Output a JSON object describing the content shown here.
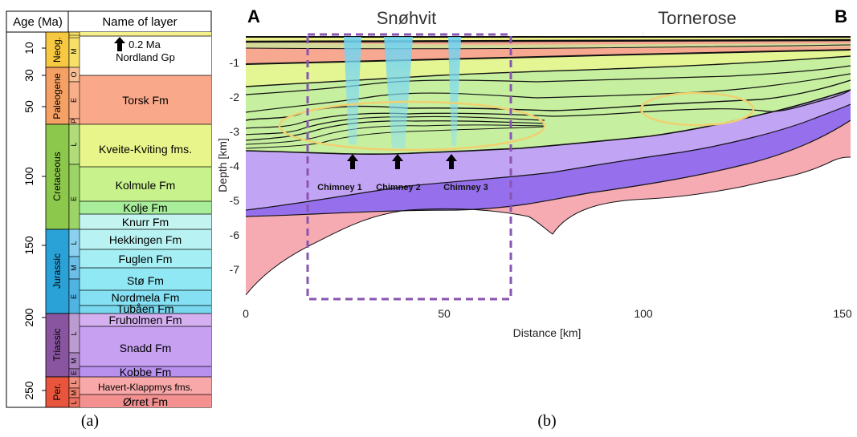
{
  "panel_a": {
    "caption": "(a)",
    "header_age": "Age (Ma)",
    "header_name": "Name of layer",
    "age_ticks": [
      "10",
      "30",
      "50",
      "100",
      "150",
      "200",
      "250"
    ],
    "periods": [
      {
        "label": "Neog.",
        "color": "#f7c842"
      },
      {
        "label": "Paleogene",
        "color": "#f5a064"
      },
      {
        "label": "Cretaceous",
        "color": "#8cc84b"
      },
      {
        "label": "Jurassic",
        "color": "#2aa2d8"
      },
      {
        "label": "Triassic",
        "color": "#8a55a0"
      },
      {
        "label": "Per.",
        "color": "#e9543d"
      }
    ],
    "epochs": [
      "M",
      "O",
      "E",
      "P",
      "L",
      "E",
      "L",
      "M",
      "E",
      "L",
      "M",
      "E",
      "L",
      "M",
      "L"
    ],
    "layers": [
      {
        "name": "0.2 Ma",
        "color": "#ffffff"
      },
      {
        "name": "Nordland Gp",
        "color": "#ffffff"
      },
      {
        "name": "Torsk Fm",
        "color": "#f9a98a"
      },
      {
        "name": "Kveite-Kviting fms.",
        "color": "#e8f58a"
      },
      {
        "name": "Kolmule Fm",
        "color": "#c8f28c"
      },
      {
        "name": "Kolje Fm",
        "color": "#a8ee9a"
      },
      {
        "name": "Knurr Fm",
        "color": "#c4f4f0"
      },
      {
        "name": "Hekkingen Fm",
        "color": "#b8f2f2"
      },
      {
        "name": "Fuglen Fm",
        "color": "#a4eef4"
      },
      {
        "name": "Stø Fm",
        "color": "#90e8f4"
      },
      {
        "name": "Nordmela Fm",
        "color": "#84e0f2"
      },
      {
        "name": "Tubåen Fm",
        "color": "#78d8ee"
      },
      {
        "name": "Fruholmen Fm",
        "color": "#d4b0f0"
      },
      {
        "name": "Snadd Fm",
        "color": "#c7a0f2"
      },
      {
        "name": "Kobbe Fm",
        "color": "#b890ee"
      },
      {
        "name": "Havert-Klappmys fms.",
        "color": "#f8a8a8"
      },
      {
        "name": "Ørret Fm",
        "color": "#f49090"
      }
    ]
  },
  "panel_b": {
    "caption": "(b)",
    "label_left": "A",
    "label_right": "B",
    "field_left": "Snøhvit",
    "field_right": "Tornerose",
    "xlabel": "Distance [km]",
    "ylabel": "Depth [km]",
    "x_ticks": [
      "0",
      "50",
      "100",
      "150"
    ],
    "y_ticks": [
      "-1",
      "-2",
      "-3",
      "-4",
      "-5",
      "-6",
      "-7"
    ],
    "chimneys": [
      "Chimney 1",
      "Chimney 2",
      "Chimney 3"
    ],
    "colors": {
      "torsk": "#f7a890",
      "upper_green": "#e4f594",
      "mid_green": "#c6f0a0",
      "purple_light": "#c2a4f4",
      "purple_dark": "#9670ec",
      "pink": "#f6aab2",
      "chimney": "#7fd6f0",
      "box": "#8a55b0",
      "ellipse": "#f0d070"
    }
  }
}
